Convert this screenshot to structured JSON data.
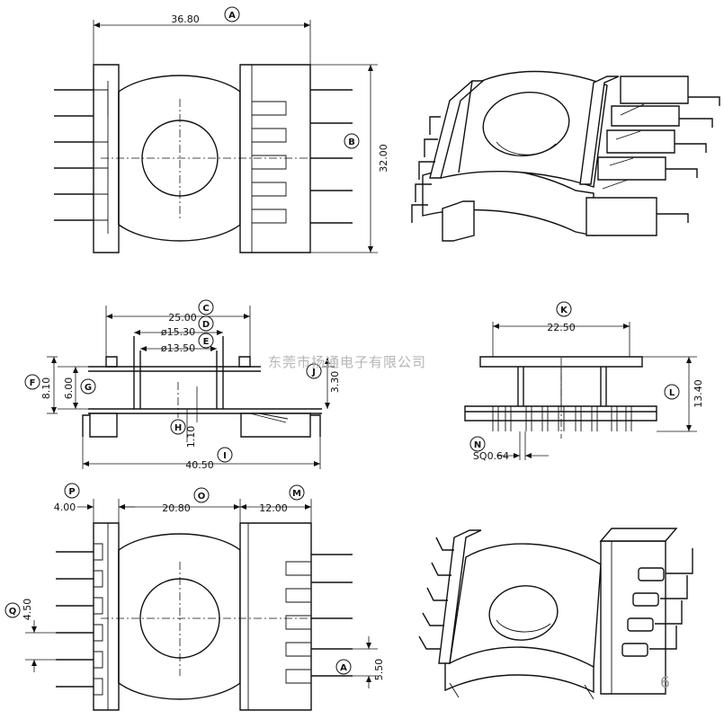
{
  "dimensions": {
    "top_width": "36.80",
    "top_height": "32.00",
    "mid_width": "25.00",
    "dia_outer": "ø15.30",
    "dia_inner": "ø13.50",
    "flange_h1": "6.00",
    "flange_h2": "8.10",
    "side_h": "3.30",
    "pin_len": "1.10",
    "base_width": "40.50",
    "side_width": "22.50",
    "side_height": "13.40",
    "pin_sq": "SQ0.64",
    "left_flange": "4.00",
    "core_width": "20.80",
    "right_block": "12.00",
    "pin_pitch_left": "4.50",
    "pin_pitch_right": "5.50"
  },
  "callouts": [
    "A",
    "B",
    "C",
    "D",
    "E",
    "F",
    "G",
    "H",
    "I",
    "J",
    "K",
    "L",
    "M",
    "N",
    "O",
    "P",
    "Q"
  ],
  "watermark": "东莞市扬通电子有限公司",
  "page_number": "6"
}
